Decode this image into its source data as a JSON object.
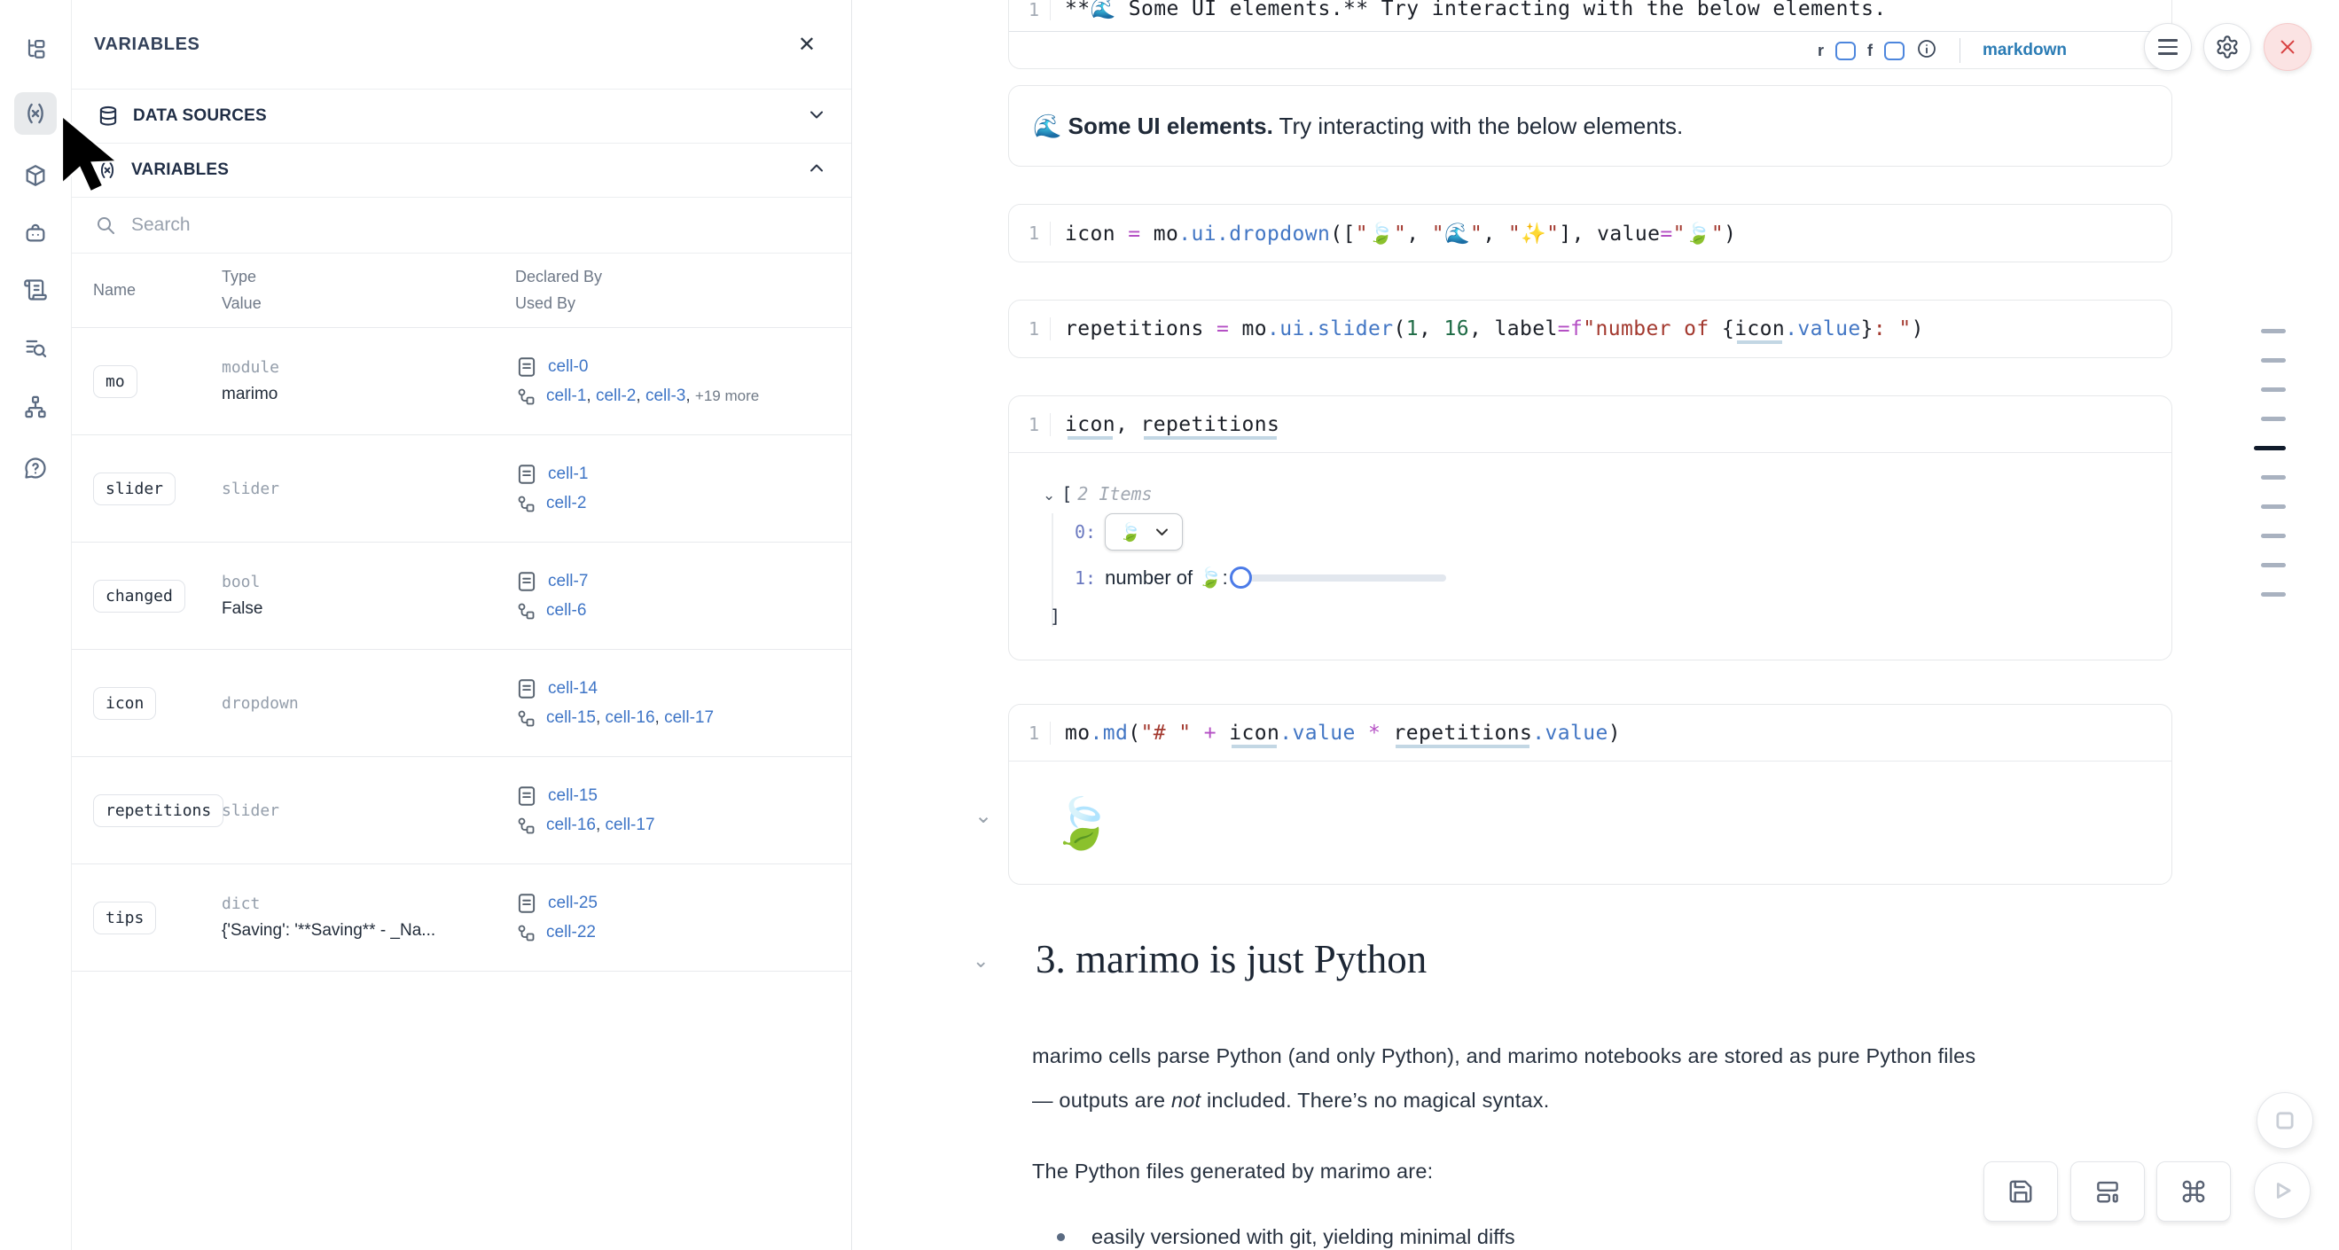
{
  "sidebar": {
    "icons": [
      {
        "name": "file-explorer"
      },
      {
        "name": "variables",
        "active": true
      },
      {
        "name": "packages"
      },
      {
        "name": "ai-assistant"
      },
      {
        "name": "snippets"
      },
      {
        "name": "logs"
      },
      {
        "name": "dependency-graph"
      },
      {
        "name": "help"
      }
    ]
  },
  "panel": {
    "title": "VARIABLES",
    "close_icon": "✕",
    "data_sources_label": "DATA SOURCES",
    "variables_label": "VARIABLES",
    "search_placeholder": "Search",
    "headers": {
      "name": "Name",
      "type": "Type",
      "value": "Value",
      "declared": "Declared By",
      "used": "Used By"
    },
    "rows": [
      {
        "name": "mo",
        "type": "module",
        "value": "marimo",
        "declared_by": [
          "cell-0"
        ],
        "used_by": [
          "cell-1",
          "cell-2",
          "cell-3"
        ],
        "used_by_more": "+19 more"
      },
      {
        "name": "slider",
        "type": "slider",
        "value": "",
        "declared_by": [
          "cell-1"
        ],
        "used_by": [
          "cell-2"
        ]
      },
      {
        "name": "changed",
        "type": "bool",
        "value": "False",
        "declared_by": [
          "cell-7"
        ],
        "used_by": [
          "cell-6"
        ]
      },
      {
        "name": "icon",
        "type": "dropdown",
        "value": "",
        "declared_by": [
          "cell-14"
        ],
        "used_by": [
          "cell-15",
          "cell-16",
          "cell-17"
        ]
      },
      {
        "name": "repetitions",
        "type": "slider",
        "value": "",
        "declared_by": [
          "cell-15"
        ],
        "used_by": [
          "cell-16",
          "cell-17"
        ]
      },
      {
        "name": "tips",
        "type": "dict",
        "value": "{'Saving': '**Saving** - _Na...",
        "declared_by": [
          "cell-25"
        ],
        "used_by": [
          "cell-22"
        ]
      }
    ]
  },
  "notebook": {
    "top_cell": {
      "line_no": "1",
      "source": "**🌊 Some UI elements.** Try interacting with the below elements.",
      "toggle_r": "r",
      "toggle_f": "f",
      "language": "markdown"
    },
    "intro": {
      "bold": "🌊 Some UI elements.",
      "rest": " Try interacting with the below elements."
    },
    "cells": [
      {
        "line_no": "1",
        "tokens": [
          {
            "t": "icon",
            "c": "p"
          },
          {
            "t": " ",
            "c": "p"
          },
          {
            "t": "=",
            "c": "kw"
          },
          {
            "t": " mo",
            "c": "p"
          },
          {
            "t": ".ui.dropdown",
            "c": "fn"
          },
          {
            "t": "([",
            "c": "p"
          },
          {
            "t": "\"🍃\"",
            "c": "str"
          },
          {
            "t": ", ",
            "c": "p"
          },
          {
            "t": "\"🌊\"",
            "c": "str"
          },
          {
            "t": ", ",
            "c": "p"
          },
          {
            "t": "\"✨\"",
            "c": "str"
          },
          {
            "t": "], value",
            "c": "p"
          },
          {
            "t": "=",
            "c": "kw"
          },
          {
            "t": "\"🍃\"",
            "c": "str"
          },
          {
            "t": ")",
            "c": "p"
          }
        ]
      },
      {
        "line_no": "1",
        "tokens": [
          {
            "t": "repetitions",
            "c": "p"
          },
          {
            "t": " ",
            "c": "p"
          },
          {
            "t": "=",
            "c": "kw"
          },
          {
            "t": " mo",
            "c": "p"
          },
          {
            "t": ".ui.slider",
            "c": "fn"
          },
          {
            "t": "(",
            "c": "p"
          },
          {
            "t": "1",
            "c": "num"
          },
          {
            "t": ", ",
            "c": "p"
          },
          {
            "t": "16",
            "c": "num"
          },
          {
            "t": ", label",
            "c": "p"
          },
          {
            "t": "=",
            "c": "kw"
          },
          {
            "t": "f",
            "c": "kw"
          },
          {
            "t": "\"number of ",
            "c": "str"
          },
          {
            "t": "{",
            "c": "p"
          },
          {
            "t": "icon",
            "c": "uvar"
          },
          {
            "t": ".value",
            "c": "fn"
          },
          {
            "t": "}",
            "c": "p"
          },
          {
            "t": ": \"",
            "c": "str"
          },
          {
            "t": ")",
            "c": "p"
          }
        ]
      },
      {
        "line_no": "1",
        "tokens": [
          {
            "t": "icon",
            "c": "uvar"
          },
          {
            "t": ", ",
            "c": "p"
          },
          {
            "t": "repetitions",
            "c": "uvar"
          }
        ]
      },
      {
        "line_no": "1",
        "tokens": [
          {
            "t": "mo",
            "c": "p"
          },
          {
            "t": ".md",
            "c": "fn"
          },
          {
            "t": "(",
            "c": "p"
          },
          {
            "t": "\"# \"",
            "c": "str"
          },
          {
            "t": " ",
            "c": "p"
          },
          {
            "t": "+",
            "c": "kw"
          },
          {
            "t": " ",
            "c": "p"
          },
          {
            "t": "icon",
            "c": "uvar"
          },
          {
            "t": ".value",
            "c": "fn"
          },
          {
            "t": " ",
            "c": "p"
          },
          {
            "t": "*",
            "c": "kw"
          },
          {
            "t": " ",
            "c": "p"
          },
          {
            "t": "repetitions",
            "c": "uvar"
          },
          {
            "t": ".value",
            "c": "fn"
          },
          {
            "t": ")",
            "c": "p"
          }
        ]
      }
    ],
    "tree_output": {
      "collapse_chevron": "⌄",
      "open_bracket": "[",
      "items_label": "2 Items",
      "item0_index": "0:",
      "item0_value": "🍃",
      "item1_index": "1:",
      "item1_label": "number of 🍃: ",
      "close_bracket": "]"
    },
    "md_output": "🍃",
    "output_collapse_chevron": "⌄",
    "section_collapse_chevron": "⌄",
    "section": {
      "heading": "3. marimo is just Python",
      "para1_line1": "marimo cells parse Python (and only Python), and marimo notebooks are stored as pure Python files",
      "para1_line2_pre": "— outputs are ",
      "para1_line2_italic": "not",
      "para1_line2_post": " included. There’s no magical syntax.",
      "para2": "The Python files generated by marimo are:",
      "bullet1": "easily versioned with git, yielding minimal diffs"
    }
  },
  "minimap": {
    "count": 10,
    "active_index": 4
  },
  "colors": {
    "link_blue": "#3d74c6",
    "code_keyword": "#b44fc4",
    "code_function": "#4276c4",
    "code_string": "#a3392f",
    "code_number": "#1e6b45",
    "danger_red": "#d84040",
    "accent_checkbox": "#4d86dd"
  }
}
